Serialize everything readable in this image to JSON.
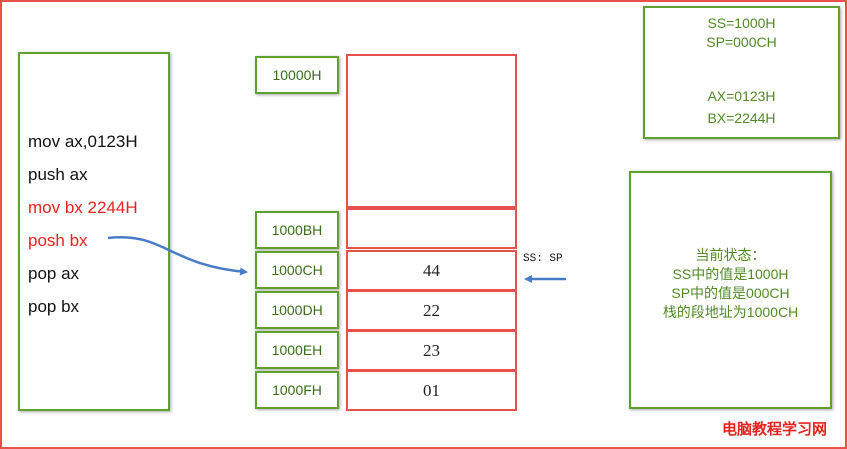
{
  "code": {
    "lines": [
      {
        "text": "mov ax,0123H",
        "color": "#111111"
      },
      {
        "text": "push ax",
        "color": "#111111"
      },
      {
        "text": "mov bx 2244H",
        "color": "#e52420"
      },
      {
        "text": "posh bx",
        "color": "#e52420"
      },
      {
        "text": "pop ax",
        "color": "#111111"
      },
      {
        "text": "pop bx",
        "color": "#111111"
      }
    ]
  },
  "addresses": [
    "10000H",
    "1000BH",
    "1000CH",
    "1000DH",
    "1000EH",
    "1000FH"
  ],
  "stack_cells": [
    "",
    "44",
    "22",
    "23",
    "01"
  ],
  "registers": {
    "ss": "SS=1000H",
    "sp": "SP=000CH",
    "ax": "AX=0123H",
    "bx": "BX=2244H"
  },
  "status": {
    "title": "当前状态：",
    "line1": "SS中的值是1000H",
    "line2": "SP中的值是000CH",
    "line3": "栈的段地址为1000CH"
  },
  "pointer_label": "SS: SP",
  "brand": "电脑教程学习网",
  "colors": {
    "border_red": "#e8514a",
    "border_green": "#5fa12f",
    "text_green": "#4f8a24",
    "highlight_red": "#e52420",
    "arrow_blue": "#4a7bc8"
  }
}
